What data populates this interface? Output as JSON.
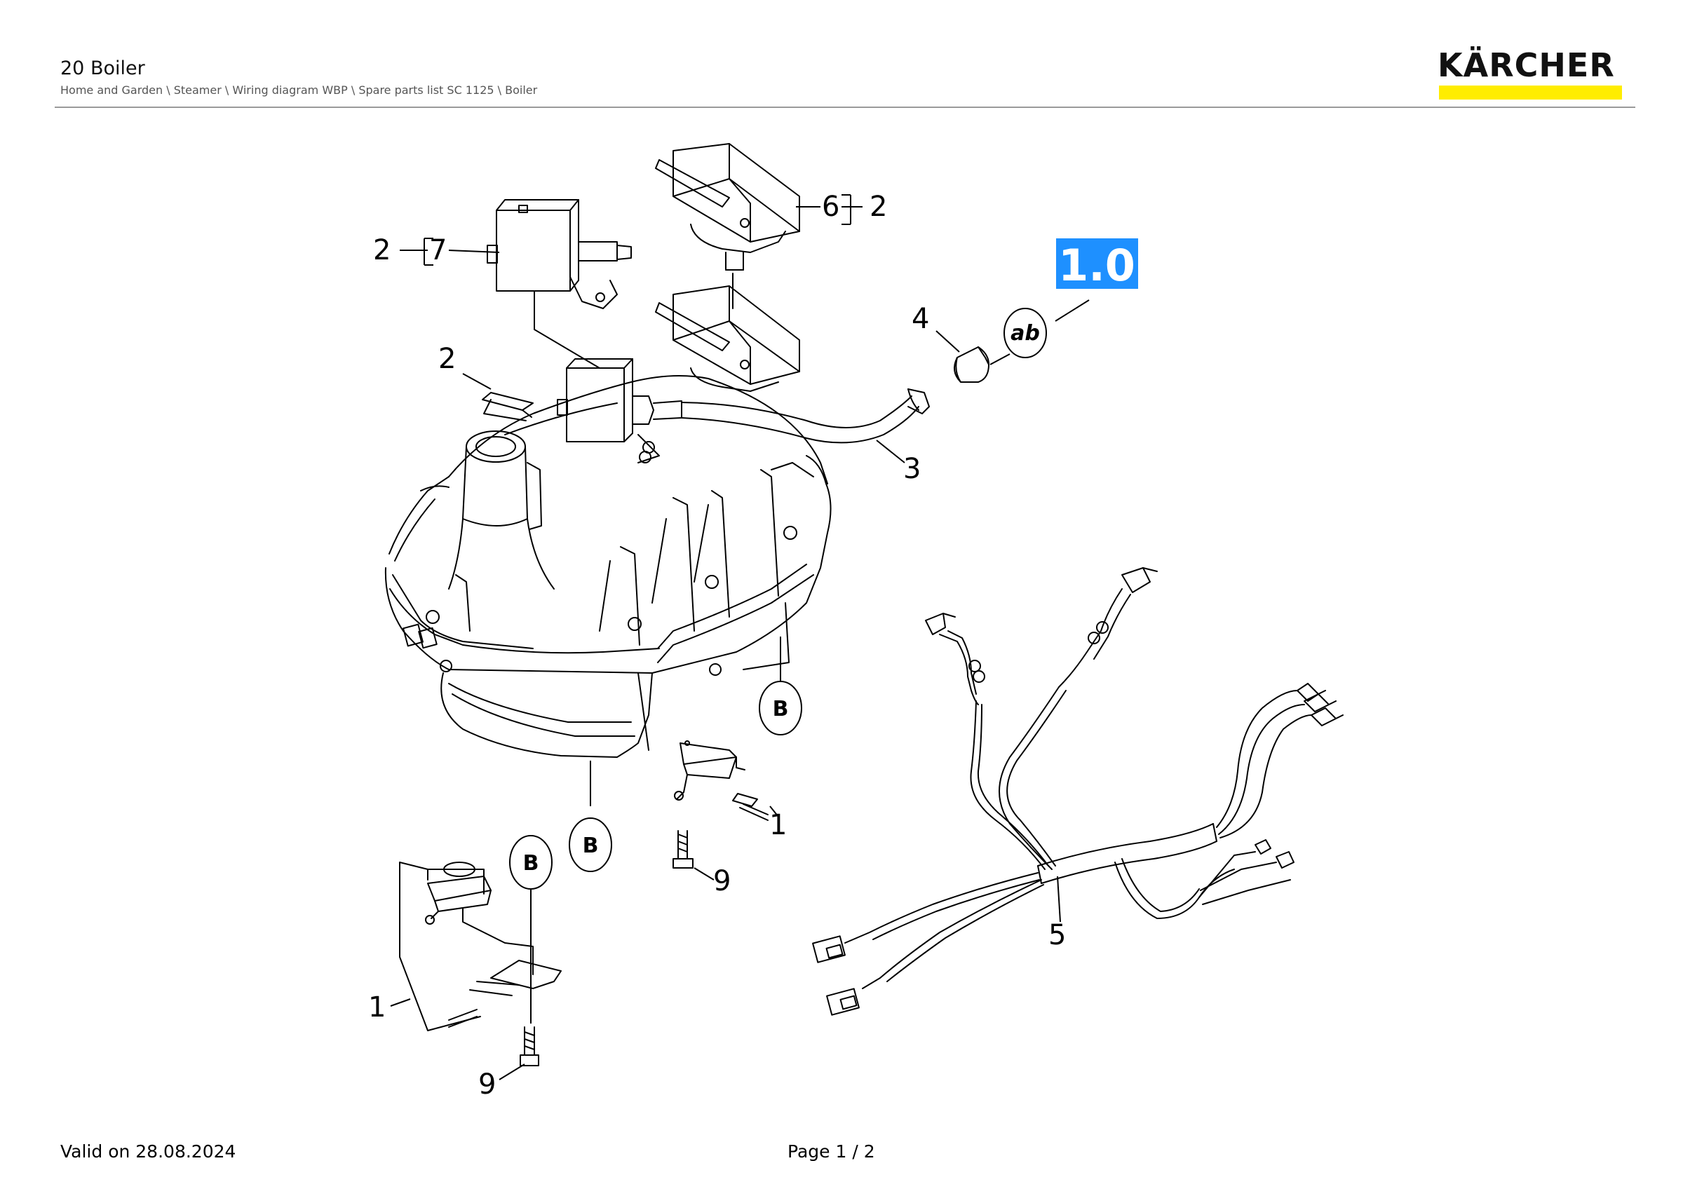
{
  "header": {
    "title": "20 Boiler",
    "breadcrumb": "Home and Garden \\ Steamer \\ Wiring diagram WBP \\ Spare parts list SC 1125 \\ Boiler"
  },
  "logo": {
    "text": "KÄRCHER",
    "bar_color": "#ffed00"
  },
  "diagram": {
    "group_badge": "1.0",
    "badge_color": "#1e90ff",
    "oval_ab": "ab",
    "oval_B": "B",
    "callouts": {
      "c1_right": "1",
      "c1_left": "1",
      "c2_left_bracket": "2",
      "c2_right_bracket": "2",
      "c2_clip": "2",
      "c3": "3",
      "c4": "4",
      "c5": "5",
      "c6": "6",
      "c7": "7",
      "c9_right": "9",
      "c9_left": "9"
    }
  },
  "footer": {
    "valid": "Valid on 28.08.2024",
    "page": "Page 1 / 2"
  }
}
